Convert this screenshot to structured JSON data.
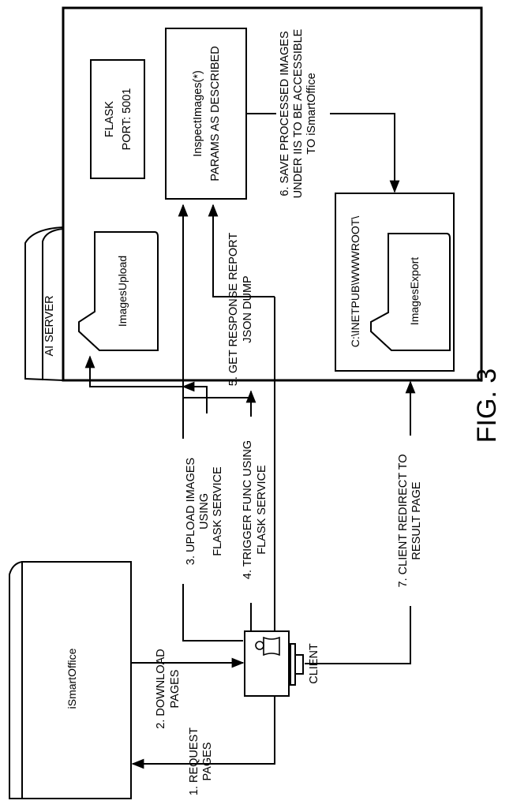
{
  "figure_label": "FIG. 3",
  "nodes": {
    "ai_server": "AI SERVER",
    "flask_line1": "FLASK",
    "flask_line2": "PORT: 5001",
    "inspect_line1": "InspectImages(*)",
    "inspect_line2": "PARAMS AS DESCRIBED",
    "images_upload": "ImagesUpload",
    "iis_path": "C:\\INETPUB\\WWWROOT\\",
    "images_export": "ImagesExport",
    "ismartoffice": "iSmartOffice",
    "client": "CLIENT"
  },
  "steps": {
    "s1": [
      "1. REQUEST",
      "PAGES"
    ],
    "s2": [
      "2. DOWNLOAD",
      "PAGES"
    ],
    "s3": [
      "3. UPLOAD IMAGES",
      "USING",
      "FLASK SERVICE"
    ],
    "s4": [
      "4. TRIGGER FUNC USING",
      "FLASK SERVICE"
    ],
    "s5": [
      "5. GET RESPONSE REPORT",
      "JSON DUMP"
    ],
    "s6": [
      "6. SAVE PROCESSED IMAGES",
      "UNDER IIS TO BE ACCESSIBLE",
      "TO iSmartOffice"
    ],
    "s7": [
      "7. CLIENT REDIRECT TO",
      "RESULT PAGE"
    ]
  }
}
